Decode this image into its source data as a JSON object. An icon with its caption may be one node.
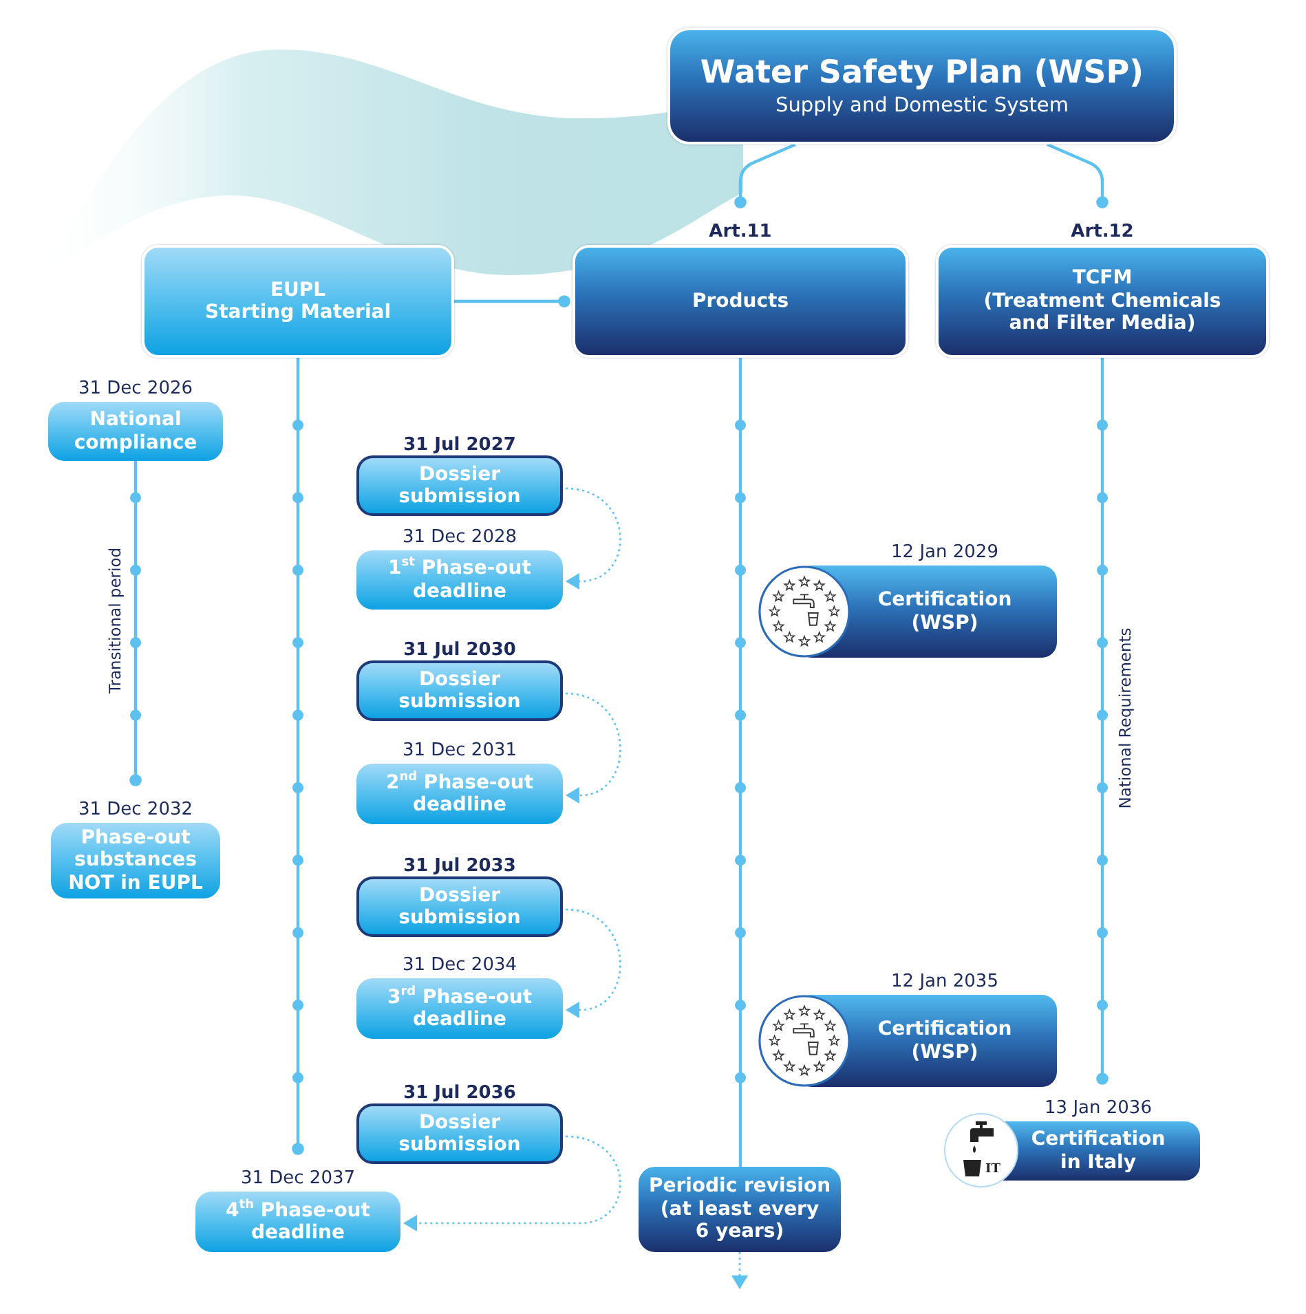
{
  "diagram": {
    "nodes": [
      {
        "text": [
          "Water Safety Plan (WSP)",
          "Supply and Domestic System"
        ]
      },
      {
        "text": [
          "EUPL",
          "Starting Material"
        ]
      },
      {
        "text": [
          "Products"
        ],
        "beside": [
          "Art.11"
        ]
      },
      {
        "text": [
          "TCFM",
          "(Treatment Chemicals and Filter Media)"
        ],
        "beside": [
          "Art.12"
        ]
      },
      {
        "text": [
          "National compliance"
        ],
        "beside": [
          "31 Dec 2026"
        ]
      },
      {
        "text": [
          "Dossier submission"
        ],
        "beside": [
          "31 Jul 2027"
        ]
      },
      {
        "text": [
          "1$^{st}$ Phase-out deadline"
        ],
        "beside": [
          "31 Dec 2028"
        ]
      },
      {
        "text": [
          "Certification (WSP)"
        ],
        "beside": [
          "12 Jan 2029"
        ]
      },
      {
        "text": [
          "Dossier submission"
        ],
        "beside": [
          "31 Jul 2030"
        ]
      },
      {
        "text": [
          "2$^{nd}$ Phase-out deadline"
        ],
        "beside": [
          "31 Dec 2031"
        ]
      },
      {
        "text": [
          "Phase-out substances NOT in EUPL"
        ],
        "beside": [
          "31 Dec 2032"
        ]
      },
      {
        "text": [
          "Dossier submission"
        ],
        "beside": [
          "31 Jul 2033"
        ]
      },
      {
        "text": [
          "3$^{rd}$ Phase-out deadline"
        ],
        "beside": [
          "31 Dec 2034"
        ]
      },
      {
        "text": [
          "Certification (WSP)"
        ],
        "beside": [
          "12 Jan 2035"
        ]
      },
      {
        "text": [
          "Dossier submission"
        ],
        "beside": [
          "31 Jul 2036"
        ]
      },
      {
        "text": [
          "Certification in Italy"
        ],
        "beside": [
          "13 Jan 2036"
        ]
      },
      {
        "text": [
          "4$^{th}$ Phase-out deadline"
        ],
        "beside": [
          "31 Dec 2037"
        ]
      },
      {
        "text": [
          "Periodic revision",
          "(at least every 6 years)"
        ]
      }
    ],
    "edges": [
      {
        "from": 0,
        "to": 2,
        "arrow": "other"
      },
      {
        "from": 0,
        "to": 3,
        "arrow": "other"
      },
      {
        "from": 1,
        "to": 2,
        "arrow": "other"
      },
      {
        "from": 4,
        "to": 10,
        "arrow": "other",
        "label": "Transitional period"
      },
      {
        "from": 1,
        "to": 16,
        "arrow": "other"
      },
      {
        "from": 2,
        "to": 17,
        "arrow": "none"
      },
      {
        "from": 17,
        "to": null,
        "arrow": "to",
        "style": "dashed"
      },
      {
        "from": 3,
        "to": 15,
        "arrow": "other",
        "label": "National Requirements"
      },
      {
        "from": 5,
        "to": 6,
        "arrow": "to",
        "style": "dashed"
      },
      {
        "from": 8,
        "to": 9,
        "arrow": "to",
        "style": "dashed"
      },
      {
        "from": 11,
        "to": 12,
        "arrow": "to",
        "style": "dashed"
      },
      {
        "from": 14,
        "to": 16,
        "arrow": "to",
        "style": "dashed"
      }
    ],
    "labels": [
      "IT"
    ]
  }
}
